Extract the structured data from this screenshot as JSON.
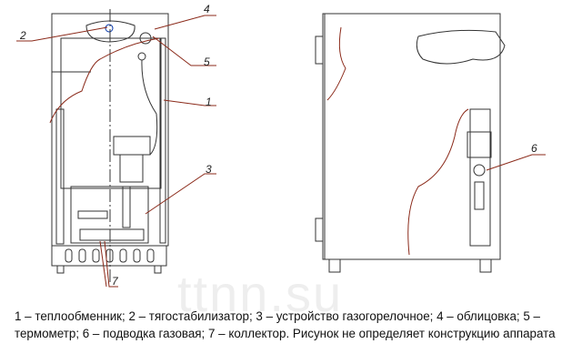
{
  "watermark": "ttnn.su",
  "front_view": {
    "callouts": [
      "1",
      "2",
      "3",
      "4",
      "5",
      "7"
    ]
  },
  "side_view": {
    "callouts": [
      "6"
    ]
  },
  "colors": {
    "leader": "#8b2a1a",
    "outline": "#333333"
  },
  "caption": "1 – теплообменник; 2 – тягостабилизатор; 3 – устройство газогорелочное; 4 – облицовка; 5 – термометр; 6 – подводка газовая; 7 – коллектор. Рисунок не определяет конструкцию аппарата"
}
